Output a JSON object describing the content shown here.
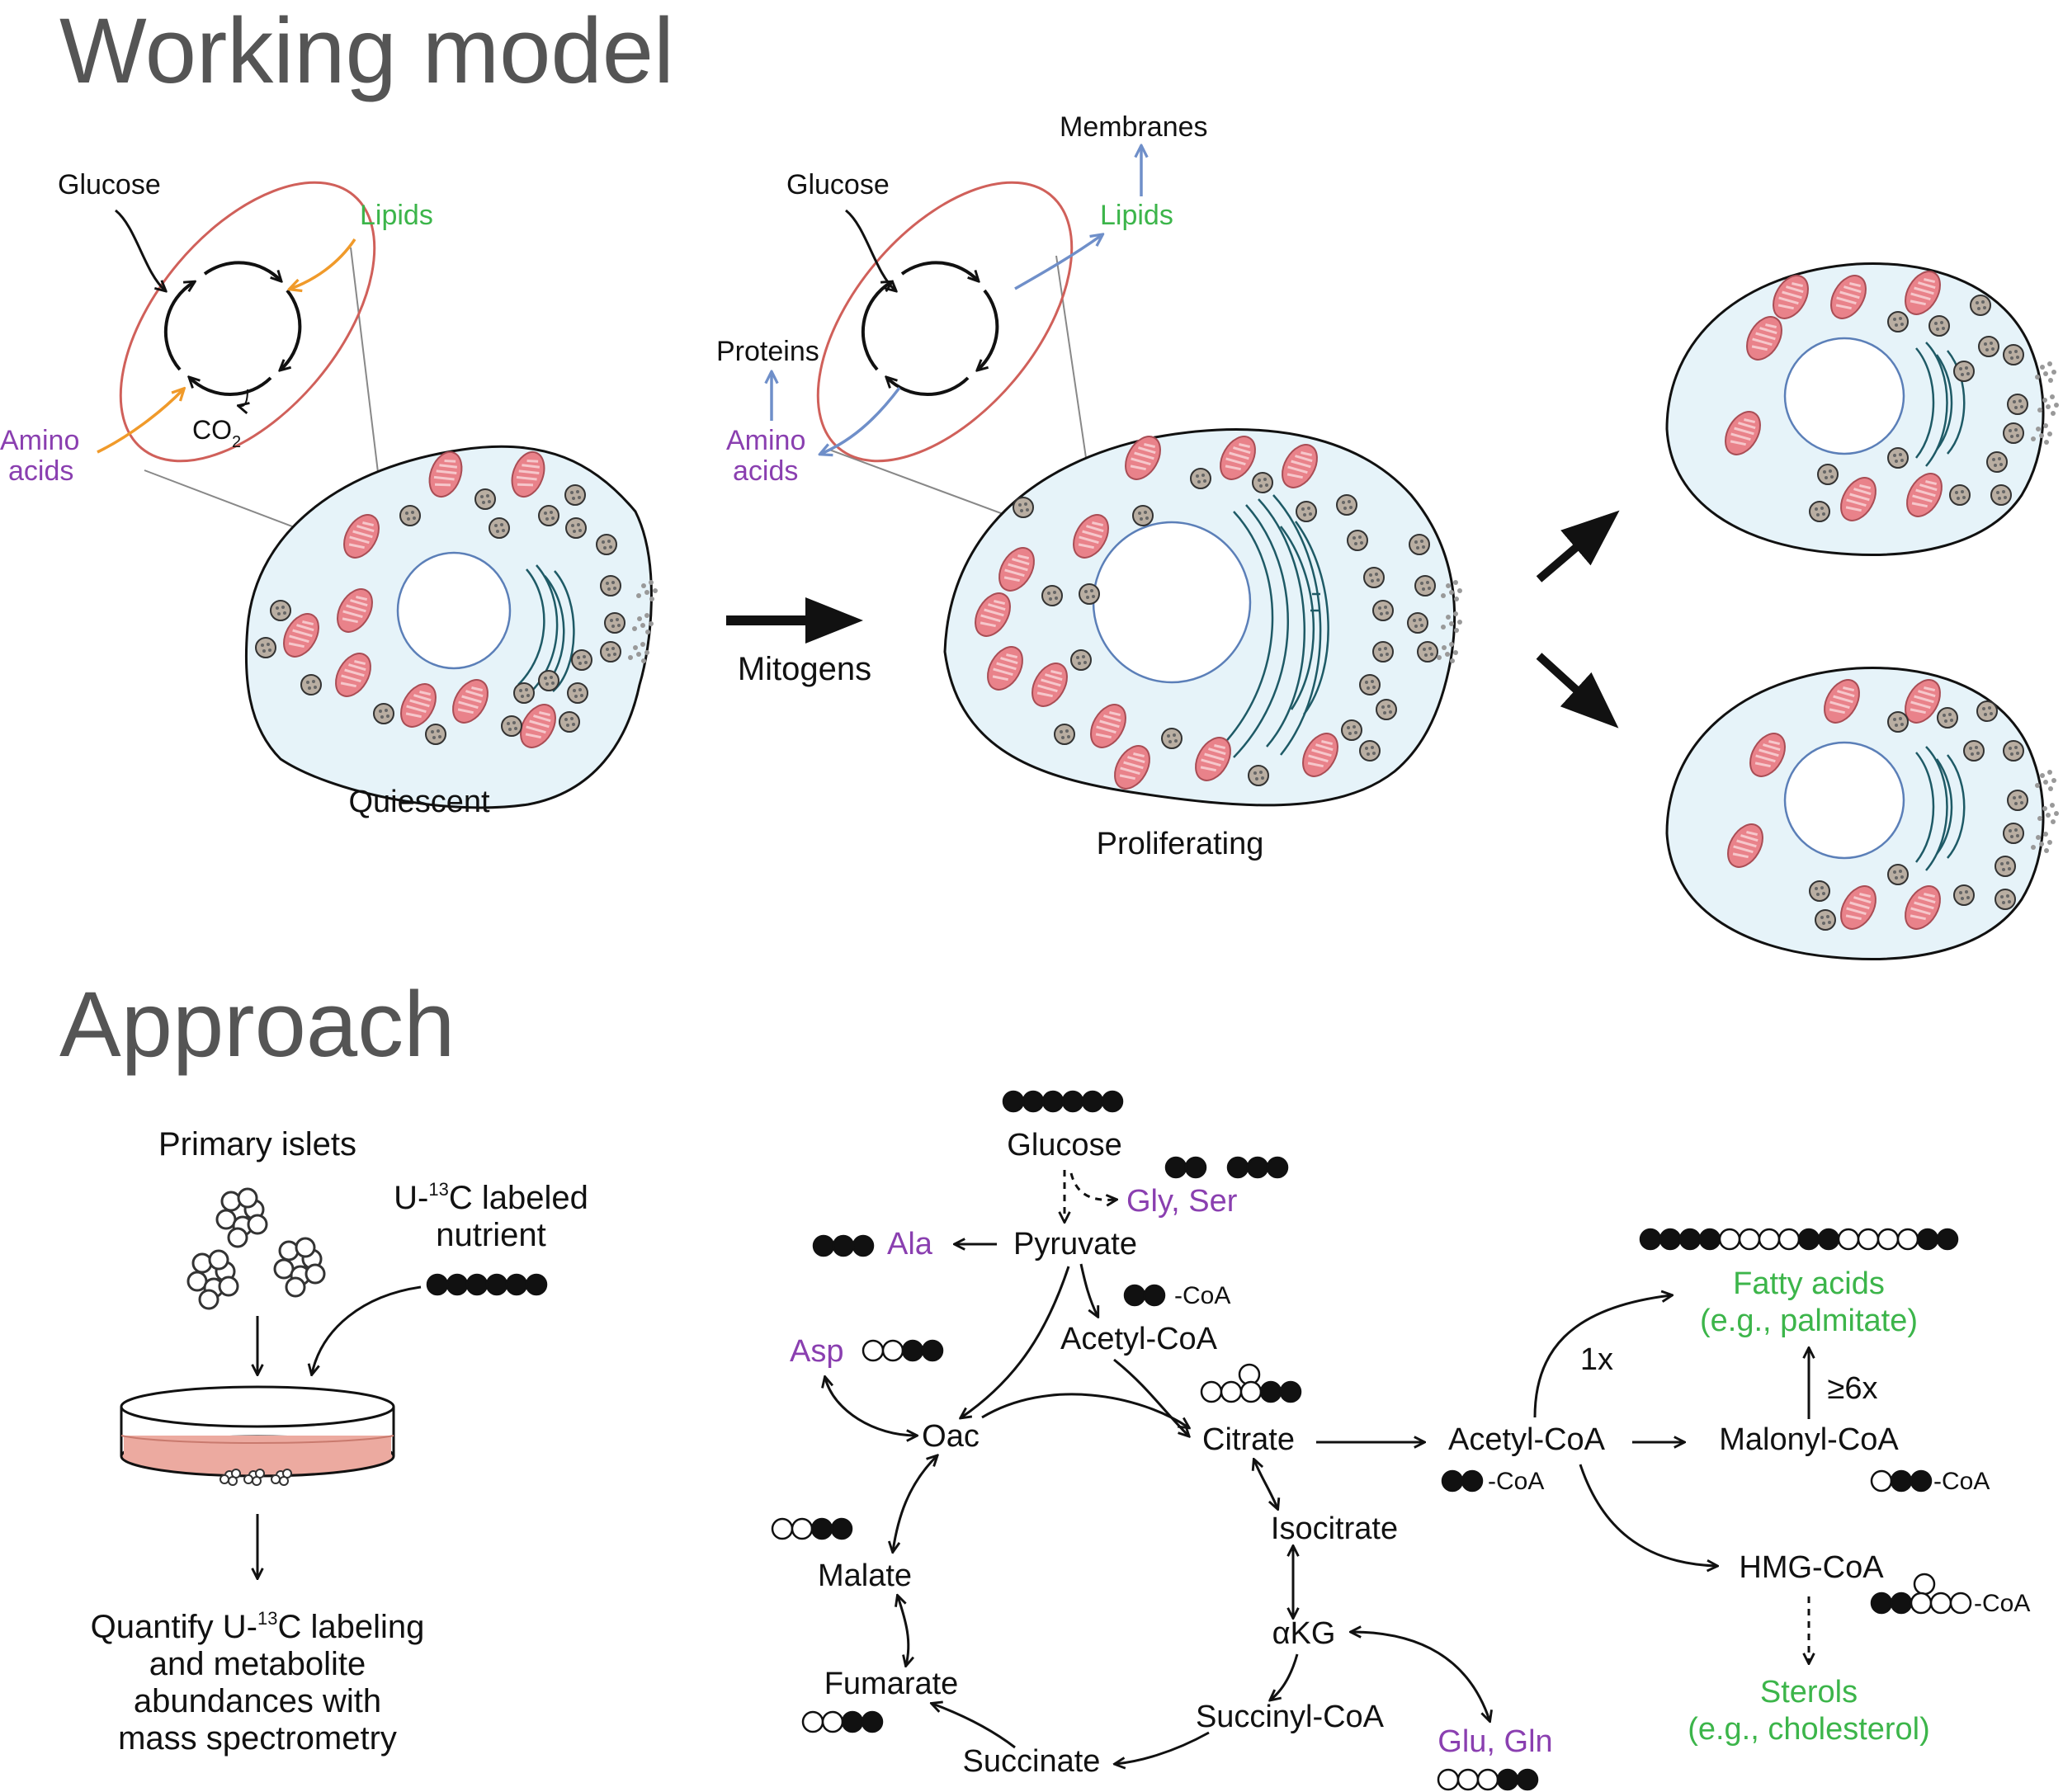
{
  "headings": {
    "working_model": "Working model",
    "approach": "Approach"
  },
  "colors": {
    "black": "#111111",
    "heading_gray": "#555555",
    "lipid_green": "#3cb54a",
    "amino_purple": "#8a3fb0",
    "orange_arrow": "#f09a2a",
    "blue_arrow": "#6f8fc9",
    "inset_red": "#d0605a",
    "cell_fill": "#e6f3f9",
    "nucleus_stroke": "#5b7fb8",
    "er_stroke": "#1e5a66",
    "mito_fill": "#e9828a",
    "vesicle_fill": "#b9aea2",
    "dish_fill": "#ecaaa0",
    "gray_line": "#888888"
  },
  "quiescent": {
    "glucose": "Glucose",
    "lipids": "Lipids",
    "amino_line1": "Amino",
    "amino_line2": "acids",
    "co2": "CO",
    "co2_sub": "2",
    "label": "Quiescent"
  },
  "mitogens": "Mitogens",
  "proliferating": {
    "glucose": "Glucose",
    "lipids": "Lipids",
    "membranes": "Membranes",
    "proteins": "Proteins",
    "amino_line1": "Amino",
    "amino_line2": "acids",
    "label": "Proliferating"
  },
  "approach_left": {
    "primary_islets": "Primary islets",
    "nutrient_line1_pre": "U-",
    "nutrient_line1_sup": "13",
    "nutrient_line1_post": "C labeled",
    "nutrient_line2": "nutrient",
    "quant_line1_pre": "Quantify U-",
    "quant_line1_sup": "13",
    "quant_line1_post": "C labeling",
    "quant_line2": "and metabolite",
    "quant_line3": "abundances with",
    "quant_line4": "mass spectrometry"
  },
  "pathway": {
    "glucose": "Glucose",
    "gly_ser": "Gly, Ser",
    "pyruvate": "Pyruvate",
    "ala": "Ala",
    "acetyl_coa_label": "-CoA",
    "acetyl_coa": "Acetyl-CoA",
    "asp": "Asp",
    "oac": "Oac",
    "citrate": "Citrate",
    "isocitrate": "Isocitrate",
    "akg": "αKG",
    "succinyl_coa": "Succinyl-CoA",
    "succinate": "Succinate",
    "fumarate": "Fumarate",
    "malate": "Malate",
    "glu_gln": "Glu, Gln",
    "acetyl_coa_cyto": "Acetyl-CoA",
    "acetyl_coa_cyto_label": "-CoA",
    "malonyl_coa": "Malonyl-CoA",
    "malonyl_coa_label": "-CoA",
    "hmg_coa": "HMG-CoA",
    "hmg_coa_label": "-CoA",
    "fatty_acids_line1": "Fatty acids",
    "fatty_acids_line2": "(e.g., palmitate)",
    "sterols_line1": "Sterols",
    "sterols_line2": "(e.g., cholesterol)",
    "one_x": "1x",
    "six_x": "≥6x"
  },
  "labeling_patterns": {
    "glucose": [
      1,
      1,
      1,
      1,
      1,
      1
    ],
    "nutrient": [
      1,
      1,
      1,
      1,
      1,
      1
    ],
    "gly": [
      1,
      1
    ],
    "ser": [
      1,
      1,
      1
    ],
    "ala": [
      1,
      1,
      1
    ],
    "acetyl_coa": [
      1,
      1
    ],
    "asp": [
      0,
      0,
      1,
      1
    ],
    "malate": [
      0,
      0,
      1,
      1
    ],
    "fumarate": [
      0,
      0,
      1,
      1
    ],
    "glu_gln": [
      0,
      0,
      0,
      1,
      1
    ],
    "acetyl_coa_cyto": [
      1,
      1
    ],
    "malonyl_coa": [
      0,
      1,
      1
    ],
    "palmitate": [
      1,
      1,
      1,
      1,
      0,
      0,
      0,
      0,
      1,
      1,
      0,
      0,
      0,
      0,
      1,
      1
    ]
  }
}
